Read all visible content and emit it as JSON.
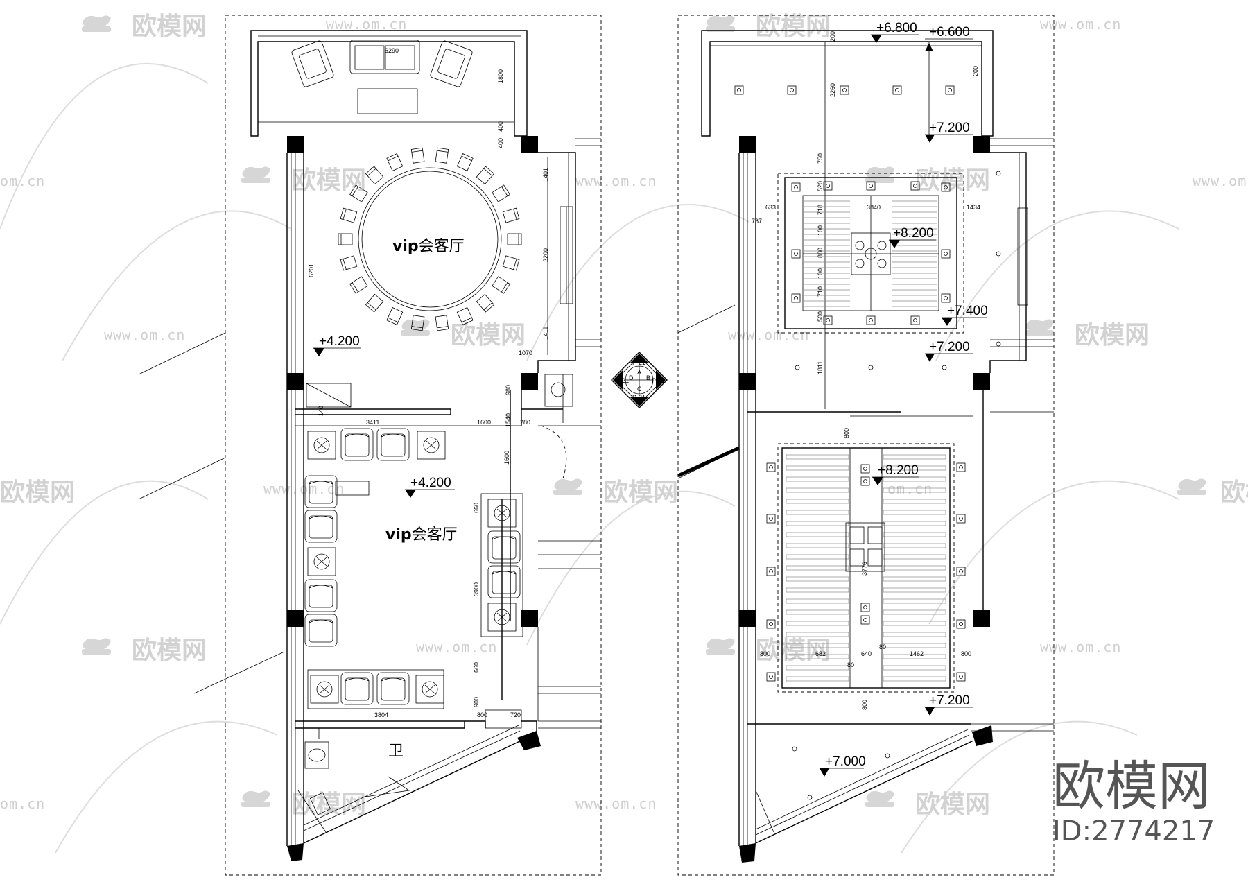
{
  "watermark": {
    "brand_cn": "欧模网",
    "url": "www.om.cn",
    "url_fragment": "om.cn"
  },
  "left_plan": {
    "room_upper": {
      "prefix": "vip",
      "suffix": "会客厅"
    },
    "room_lower": {
      "prefix": "vip",
      "suffix": "会客厅"
    },
    "bathroom": "卫",
    "elevations": [
      "+4.200",
      "+4.200"
    ],
    "dims": [
      "6290",
      "1800",
      "400",
      "400",
      "1401",
      "2200",
      "1411",
      "1070",
      "6201",
      "980",
      "3411",
      "1600",
      "1540",
      "280",
      "1600",
      "660",
      "3900",
      "660",
      "900",
      "3804",
      "800",
      "720",
      "140"
    ]
  },
  "right_plan": {
    "elevations": [
      "+6.800",
      "+6.600",
      "+7.200",
      "+8.200",
      "+7.400",
      "+7.200",
      "+8.200",
      "+7.200",
      "+7.000"
    ],
    "dims": [
      "200",
      "2260",
      "200",
      "750",
      "520",
      "3840",
      "633",
      "767",
      "1434",
      "718",
      "100",
      "880",
      "100",
      "710",
      "500",
      "1811",
      "800",
      "3776",
      "800",
      "682",
      "640",
      "1462",
      "800",
      "80",
      "80",
      "800"
    ]
  },
  "index_symbol": {
    "labels": [
      "A",
      "B",
      "C",
      "D"
    ],
    "sheet": "P-21"
  },
  "footer": {
    "brand": "欧模网",
    "id_label": "ID:2774217"
  }
}
